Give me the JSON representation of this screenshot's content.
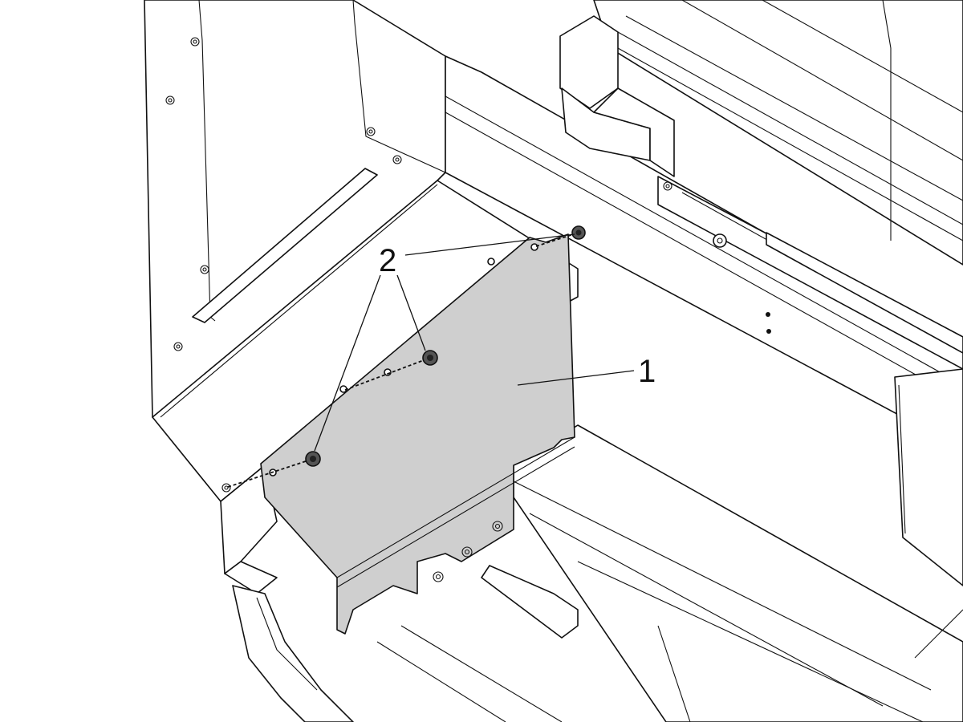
{
  "diagram": {
    "callouts": [
      {
        "id": "panel",
        "label": "1"
      },
      {
        "id": "screws",
        "label": "2"
      }
    ],
    "colors": {
      "line": "#111111",
      "panel_fill": "#cfcfcf",
      "background": "#ffffff"
    }
  }
}
